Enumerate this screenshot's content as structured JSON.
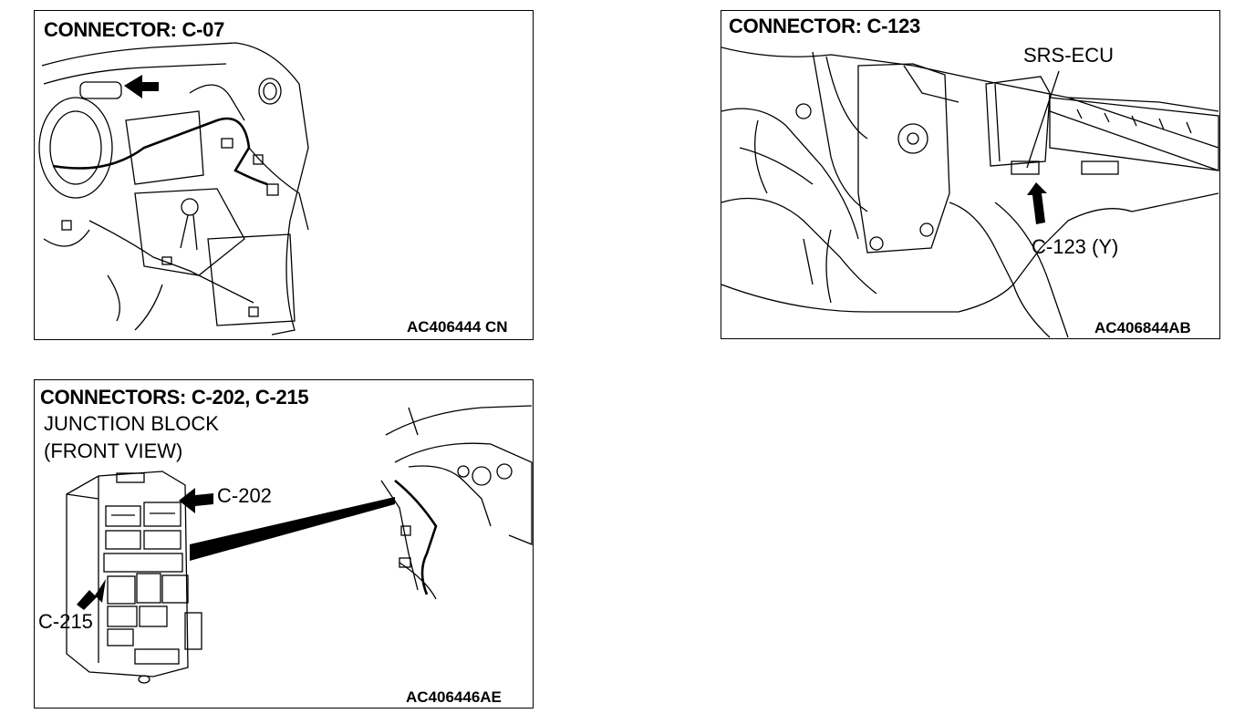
{
  "panels": [
    {
      "title": "CONNECTOR: C-07",
      "figure_code": "AC406444 CN"
    },
    {
      "title": "CONNECTOR: C-123",
      "component_label": "SRS-ECU",
      "connector_label": "C-123 (Y)",
      "figure_code": "AC406844AB"
    },
    {
      "title": "CONNECTORS: C-202, C-215",
      "subtitle_line1": "JUNCTION BLOCK",
      "subtitle_line2": "(FRONT VIEW)",
      "connector_label_top": "C-202",
      "connector_label_bottom": "C-215",
      "figure_code": "AC406446AE"
    }
  ]
}
